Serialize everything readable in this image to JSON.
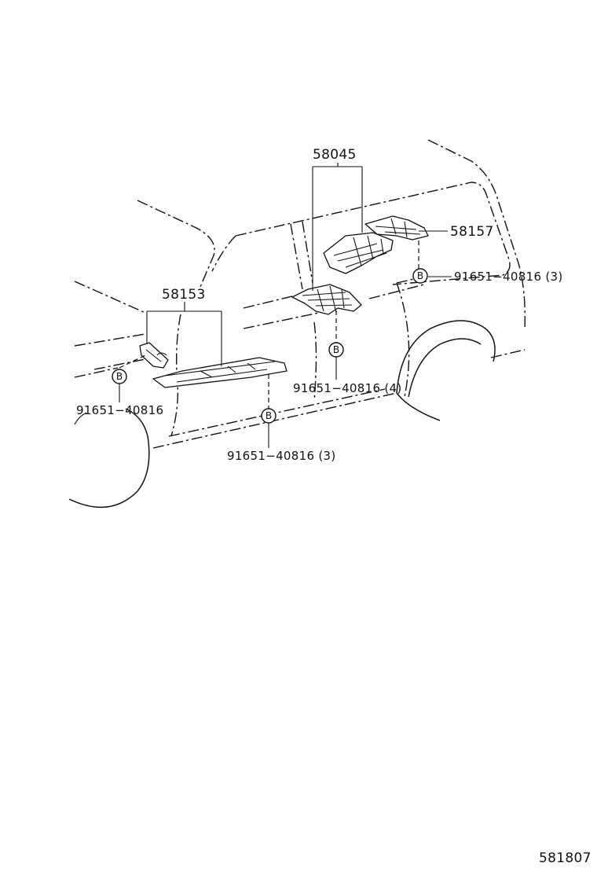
{
  "callouts": {
    "part_58045": "58045",
    "part_58157": "58157",
    "part_58153": "58153",
    "bolt_top_right": "91651−40816 (3)",
    "bolt_middle": "91651−40816 (4)",
    "bolt_left": "91651−40816",
    "bolt_bottom": "91651−40816 (3)"
  },
  "markers": {
    "bolt_marker_letter": "B"
  },
  "footer": {
    "figure_number": "581807"
  },
  "colors": {
    "ink": "#111111",
    "background": "#ffffff"
  }
}
